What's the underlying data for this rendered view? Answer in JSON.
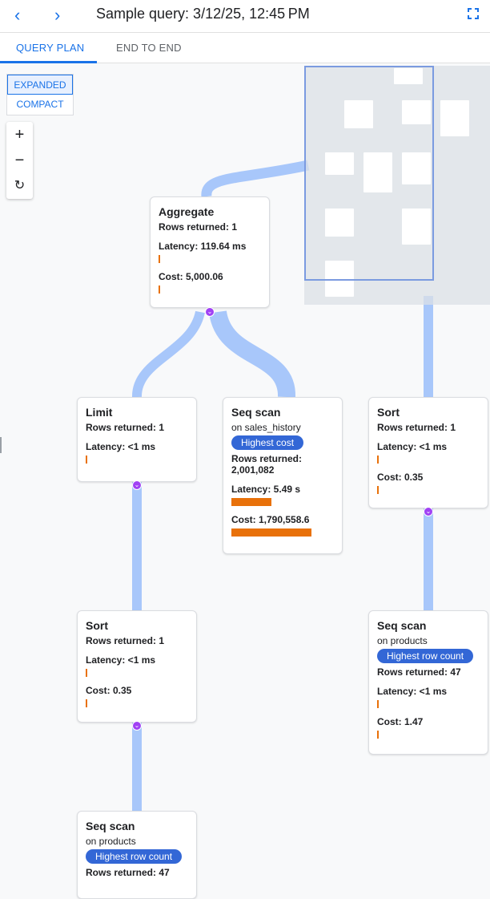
{
  "header": {
    "title": "Sample query: 3/12/25, 12:45 PM",
    "back_icon": "chevron-left-icon",
    "forward_icon": "chevron-right-icon",
    "fullscreen_icon": "fullscreen-icon"
  },
  "tabs": [
    {
      "label": "QUERY PLAN",
      "active": true
    },
    {
      "label": "END TO END",
      "active": false
    }
  ],
  "view_mode": {
    "options": [
      "EXPANDED",
      "COMPACT"
    ],
    "selected": "EXPANDED"
  },
  "zoom_controls": {
    "zoom_in": "+",
    "zoom_out": "−",
    "reset": "↻"
  },
  "colors": {
    "accent": "#1a73e8",
    "badge": "#3367d6",
    "bar": "#e8710a",
    "link": "#a8c7fa",
    "expander": "#a142f4"
  },
  "nodes": {
    "aggregate": {
      "name": "Aggregate",
      "rows": "Rows returned: 1",
      "latency": "Latency: 119.64 ms",
      "cost": "Cost: 5,000.06"
    },
    "limit": {
      "name": "Limit",
      "rows": "Rows returned: 1",
      "latency": "Latency: <1 ms"
    },
    "seq_sales": {
      "name": "Seq scan",
      "on": "on sales_history",
      "badge": "Highest cost",
      "rows": "Rows returned:",
      "rows_value": "2,001,082",
      "latency": "Latency: 5.49 s",
      "cost": "Cost: 1,790,558.6"
    },
    "sort_right": {
      "name": "Sort",
      "rows": "Rows returned: 1",
      "latency": "Latency: <1 ms",
      "cost": "Cost: 0.35"
    },
    "sort_left": {
      "name": "Sort",
      "rows": "Rows returned: 1",
      "latency": "Latency: <1 ms",
      "cost": "Cost: 0.35"
    },
    "seq_products_right": {
      "name": "Seq scan",
      "on": "on products",
      "badge": "Highest row count",
      "rows": "Rows returned: 47",
      "latency": "Latency: <1 ms",
      "cost": "Cost: 1.47"
    },
    "seq_products_bottom": {
      "name": "Seq scan",
      "on": "on products",
      "badge": "Highest row count",
      "rows": "Rows returned: 47"
    }
  }
}
